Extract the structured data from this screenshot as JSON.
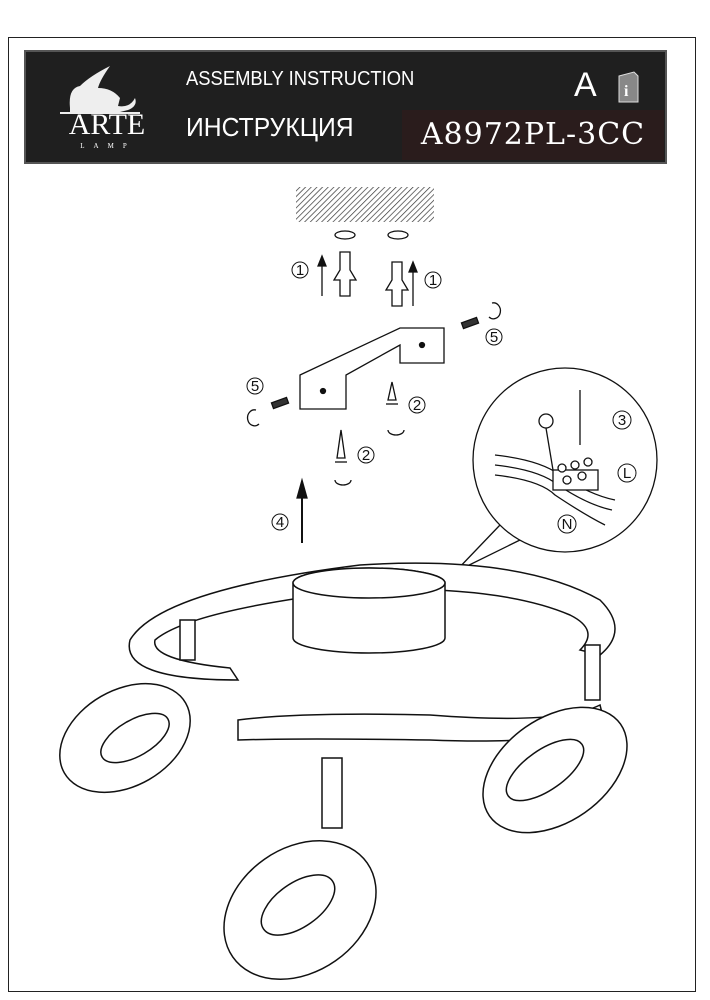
{
  "header": {
    "brand": "ARTE",
    "brand_sub": "LAMP",
    "title_en": "ASSEMBLY INSTRUCTION",
    "title_ru": "ИНСТРУКЦИЯ",
    "model": "A8972PL-3CC",
    "language_mark": "A",
    "icons": [
      "winged-lion-logo",
      "info-book-icon"
    ]
  },
  "steps": {
    "s1a": "1",
    "s1b": "1",
    "s2a": "2",
    "s2b": "2",
    "s3": "3",
    "s4": "4",
    "s5a": "5",
    "s5b": "5",
    "live": "L",
    "neutral": "N"
  },
  "colors": {
    "header_bg": "#1f1f1f",
    "model_bg": "#2a1c1c",
    "line": "#111111"
  }
}
